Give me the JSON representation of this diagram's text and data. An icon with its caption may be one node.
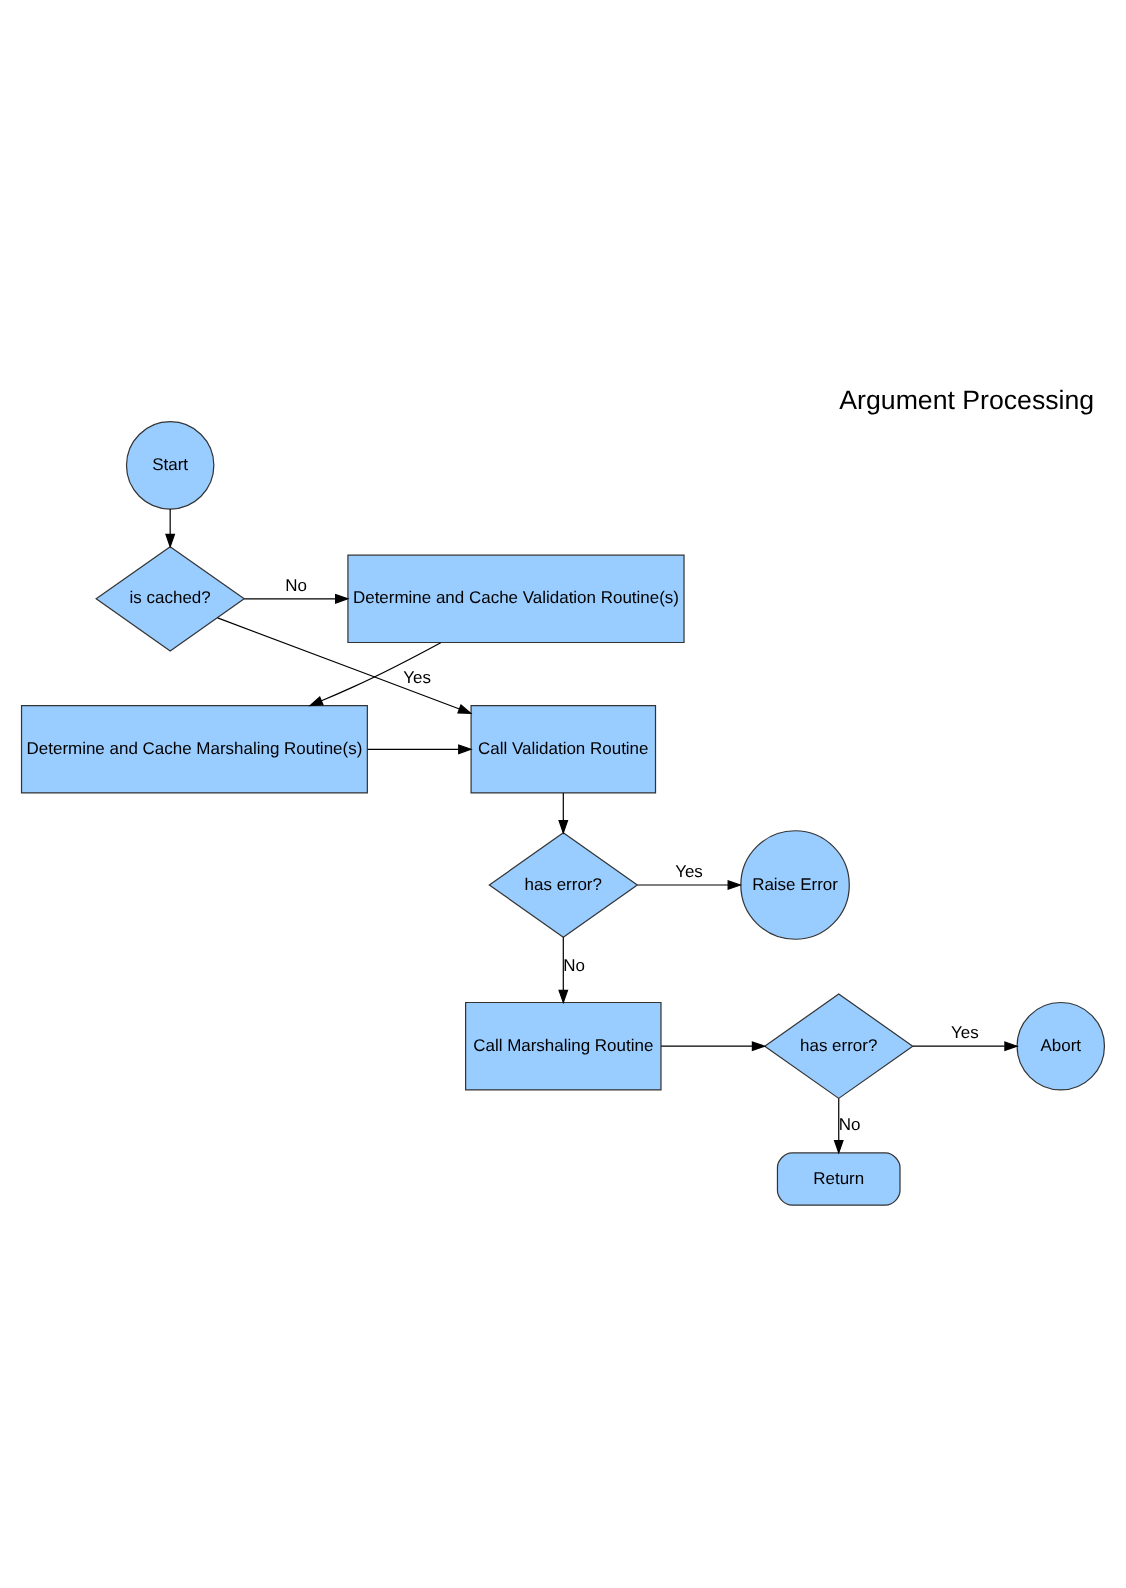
{
  "diagram": {
    "title": "Argument Processing",
    "nodes": [
      {
        "text": [
          "Start"
        ]
      },
      {
        "text": [
          "is cached?"
        ]
      },
      {
        "text": [
          "Determine and Cache Validation Routine(s)"
        ]
      },
      {
        "text": [
          "Call Validation Routine"
        ]
      },
      {
        "text": [
          "Determine and Cache Marshaling Routine(s)"
        ]
      },
      {
        "text": [
          "has error?"
        ]
      },
      {
        "text": [
          "Raise Error"
        ]
      },
      {
        "text": [
          "Call Marshaling Routine"
        ]
      },
      {
        "text": [
          "has error?"
        ]
      },
      {
        "text": [
          "Abort"
        ]
      },
      {
        "text": [
          "Return"
        ]
      }
    ],
    "edges": [
      {
        "from": 0,
        "to": 1,
        "arrow": "to"
      },
      {
        "from": 1,
        "to": 2,
        "label": "No",
        "arrow": "to"
      },
      {
        "from": 1,
        "to": 3,
        "label": "Yes",
        "arrow": "to"
      },
      {
        "from": 2,
        "to": 4,
        "arrow": "to"
      },
      {
        "from": 4,
        "to": 3,
        "arrow": "to"
      },
      {
        "from": 3,
        "to": 5,
        "arrow": "to"
      },
      {
        "from": 5,
        "to": 6,
        "label": "Yes",
        "arrow": "to"
      },
      {
        "from": 5,
        "to": 7,
        "label": "No",
        "arrow": "to"
      },
      {
        "from": 7,
        "to": 8,
        "arrow": "to"
      },
      {
        "from": 8,
        "to": 9,
        "label": "Yes",
        "arrow": "to"
      },
      {
        "from": 8,
        "to": 10,
        "label": "No",
        "arrow": "to"
      }
    ]
  }
}
